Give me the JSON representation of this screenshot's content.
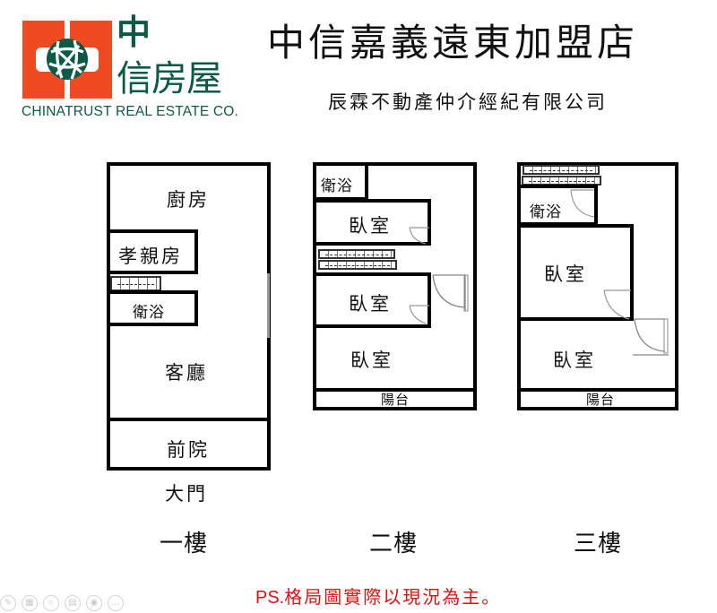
{
  "logo": {
    "brand_zh_line1": "中",
    "brand_zh_line2": "信房屋",
    "brand_en": "CHINATRUST REAL ESTATE CO.",
    "colors": {
      "red": "#f04a23",
      "green": "#0b5a45"
    },
    "icon": "globe-logo-icon"
  },
  "header": {
    "title": "中信嘉義遠東加盟店",
    "subtitle": "辰霖不動產仲介經紀有限公司"
  },
  "floors": [
    {
      "label": "一樓",
      "rooms": [
        {
          "name": "kitchen",
          "label": "廚房"
        },
        {
          "name": "elder-room",
          "label": "孝親房"
        },
        {
          "name": "bathroom",
          "label": "衛浴"
        },
        {
          "name": "living-room",
          "label": "客廳"
        },
        {
          "name": "front-yard",
          "label": "前院"
        }
      ],
      "entrance": "大門"
    },
    {
      "label": "二樓",
      "rooms": [
        {
          "name": "bathroom",
          "label": "衛浴"
        },
        {
          "name": "bedroom-1",
          "label": "臥室"
        },
        {
          "name": "bedroom-2",
          "label": "臥室"
        },
        {
          "name": "bedroom-3",
          "label": "臥室"
        },
        {
          "name": "balcony",
          "label": "陽台"
        }
      ]
    },
    {
      "label": "三樓",
      "rooms": [
        {
          "name": "bathroom",
          "label": "衛浴"
        },
        {
          "name": "bedroom-1",
          "label": "臥室"
        },
        {
          "name": "bedroom-2",
          "label": "臥室"
        },
        {
          "name": "balcony",
          "label": "陽台"
        }
      ]
    }
  ],
  "note": {
    "prefix": "PS.",
    "text": "格局圖實際以現況為主",
    "suffix": "。",
    "color": "#e01010"
  },
  "toolbar": {
    "buttons": [
      {
        "name": "pen-icon",
        "glyph": "✎"
      },
      {
        "name": "slides-icon",
        "glyph": "▦"
      },
      {
        "name": "zoom-icon",
        "glyph": "⌕"
      },
      {
        "name": "subtitle-icon",
        "glyph": "▤"
      },
      {
        "name": "camera-icon",
        "glyph": "◉"
      },
      {
        "name": "more-icon",
        "glyph": "…"
      }
    ]
  }
}
